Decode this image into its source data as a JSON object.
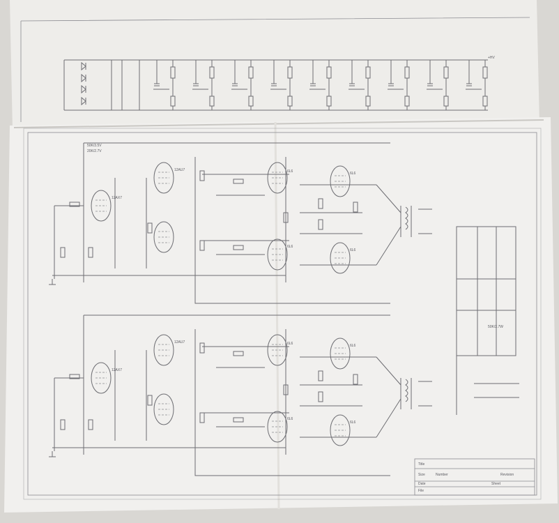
{
  "power_supply": {
    "title": "Power supply / filament regulator strip",
    "output_label": "+HV",
    "stages": 9
  },
  "amplifier_top": {
    "bias_labels": [
      "50K/3.5V",
      "20K/2.7V"
    ],
    "tube_labels": [
      "12AX7",
      "12AU7",
      "6L6",
      "6L6",
      "6L6",
      "6L6"
    ]
  },
  "amplifier_bottom": {
    "tube_labels": [
      "12AX7",
      "12AU7",
      "6L6",
      "6L6",
      "6L6",
      "6L6"
    ]
  },
  "psu_right": {
    "label": "50K/2.7W"
  },
  "title_block": {
    "title_label": "Title",
    "size_label": "Size",
    "number_label": "Number",
    "revision_label": "Revision",
    "date_label": "Date",
    "file_label": "File",
    "sheet_label": "Sheet"
  },
  "colors": {
    "paper": "#f1f0ee",
    "ink": "#6d6d72",
    "background": "#d9d7d3"
  }
}
